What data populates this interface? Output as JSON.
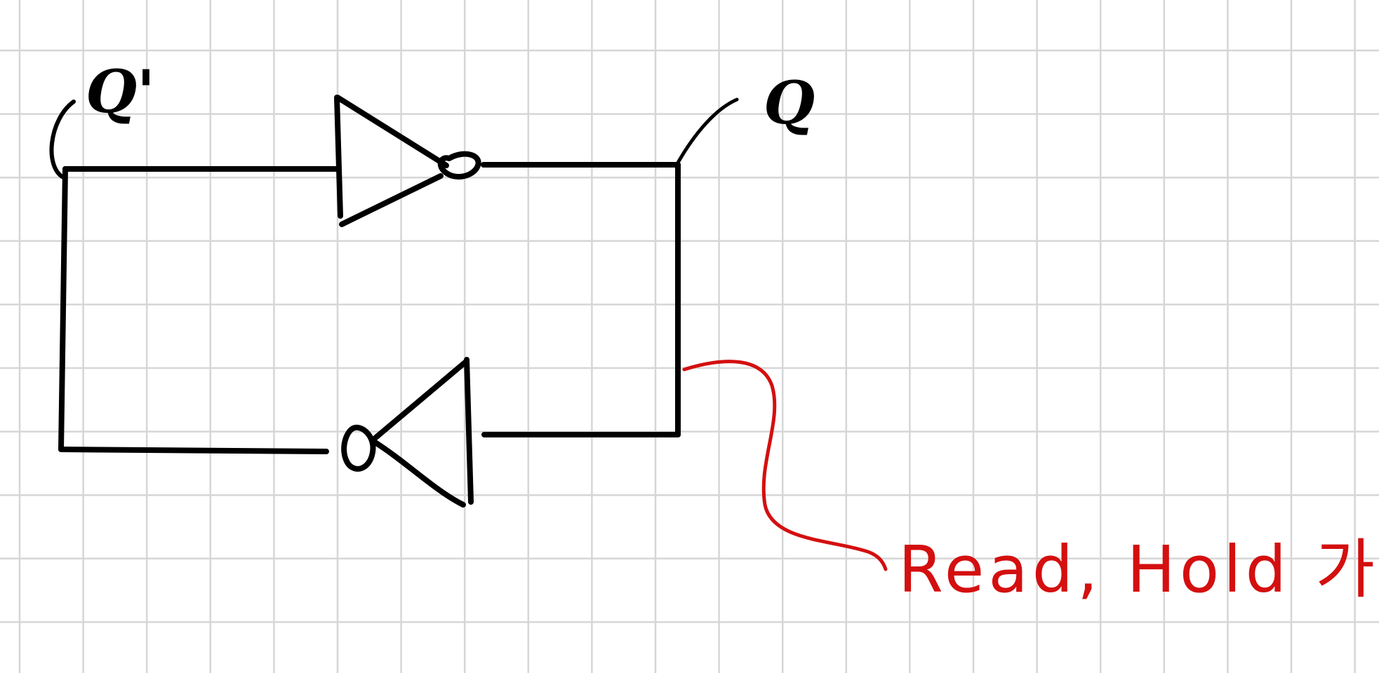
{
  "diagram": {
    "labels": {
      "q_bar": "Q'",
      "q": "Q"
    },
    "annotation": {
      "text": "Read, Hold 가능."
    }
  },
  "colors": {
    "background": "#ffffff",
    "grid": "#d6d6d6",
    "ink": "#000000",
    "annotation_ink": "#d40f0f"
  }
}
